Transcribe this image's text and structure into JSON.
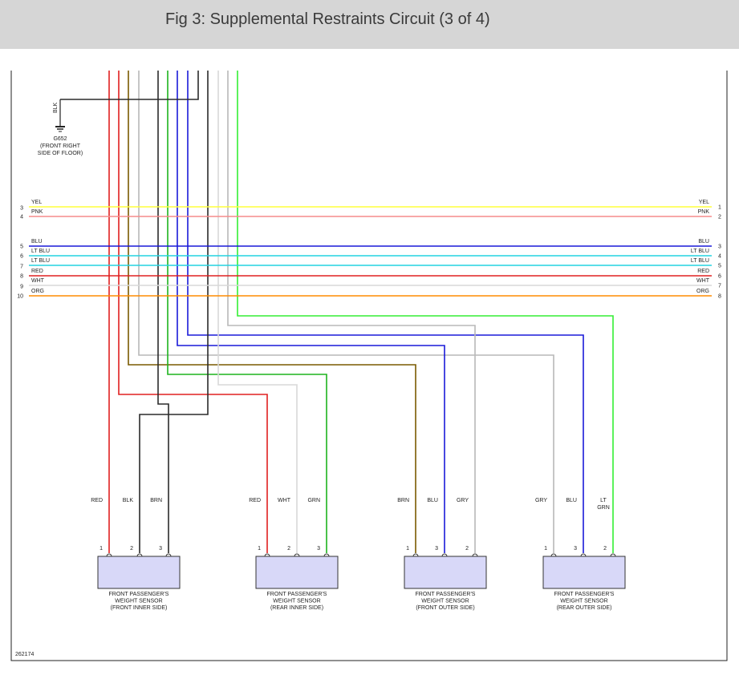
{
  "header": {
    "title": "Fig 3: Supplemental Restraints Circuit (3 of 4)"
  },
  "colors": {
    "RED": "#e02020",
    "BRN": "#7a5a00",
    "GRY": "#b8b8b8",
    "BLK": "#2b2b2b",
    "GRN": "#1db31d",
    "BLU": "#1a1ad8",
    "LTBLU": "#23d3e0",
    "LTGRN": "#33ee33",
    "YEL": "#ffff3a",
    "PNK": "#f58c8c",
    "WHT": "#d8d8d8",
    "ORG": "#ff8c00",
    "sensor_fill": "#d8d8f8"
  },
  "ground": {
    "wire": "BLK",
    "id": "G652",
    "loc1": "(FRONT RIGHT",
    "loc2": "SIDE OF FLOOR)"
  },
  "buses": [
    {
      "lpin": "3",
      "lab": "YEL",
      "rpin": "1",
      "c": "YEL"
    },
    {
      "lpin": "4",
      "lab": "PNK",
      "rpin": "2",
      "c": "PNK"
    },
    {
      "lpin": "5",
      "lab": "BLU",
      "rpin": "3",
      "c": "BLU"
    },
    {
      "lpin": "6",
      "lab": "LT BLU",
      "rpin": "4",
      "c": "LTBLU"
    },
    {
      "lpin": "7",
      "lab": "LT BLU",
      "rpin": "5",
      "c": "LTBLU"
    },
    {
      "lpin": "8",
      "lab": "RED",
      "rpin": "6",
      "c": "RED"
    },
    {
      "lpin": "9",
      "lab": "WHT",
      "rpin": "7",
      "c": "WHT"
    },
    {
      "lpin": "10",
      "lab": "ORG",
      "rpin": "8",
      "c": "ORG"
    }
  ],
  "sensors": [
    {
      "l1": "FRONT PASSENGER'S",
      "l2": "WEIGHT SENSOR",
      "l3": "(FRONT INNER SIDE)",
      "pins": [
        {
          "pin": "1",
          "wire": "RED",
          "c": "RED"
        },
        {
          "pin": "2",
          "wire": "BLK",
          "c": "BLK"
        },
        {
          "pin": "3",
          "wire": "BRN",
          "c": "BLK"
        }
      ]
    },
    {
      "l1": "FRONT PASSENGER'S",
      "l2": "WEIGHT SENSOR",
      "l3": "(REAR INNER SIDE)",
      "pins": [
        {
          "pin": "1",
          "wire": "RED",
          "c": "RED"
        },
        {
          "pin": "2",
          "wire": "WHT",
          "c": "WHT"
        },
        {
          "pin": "3",
          "wire": "GRN",
          "c": "GRN"
        }
      ]
    },
    {
      "l1": "FRONT PASSENGER'S",
      "l2": "WEIGHT SENSOR",
      "l3": "(FRONT OUTER SIDE)",
      "pins": [
        {
          "pin": "1",
          "wire": "BRN",
          "c": "BRN"
        },
        {
          "pin": "3",
          "wire": "BLU",
          "c": "BLU"
        },
        {
          "pin": "2",
          "wire": "GRY",
          "c": "GRY"
        }
      ]
    },
    {
      "l1": "FRONT PASSENGER'S",
      "l2": "WEIGHT SENSOR",
      "l3": "(REAR OUTER SIDE)",
      "pins": [
        {
          "pin": "1",
          "wire": "GRY",
          "c": "GRY"
        },
        {
          "pin": "3",
          "wire": "BLU",
          "c": "BLU"
        },
        {
          "pin": "2",
          "wire": "LT GRN",
          "c": "LTGRN"
        }
      ]
    }
  ],
  "footer": {
    "code": "262174"
  }
}
